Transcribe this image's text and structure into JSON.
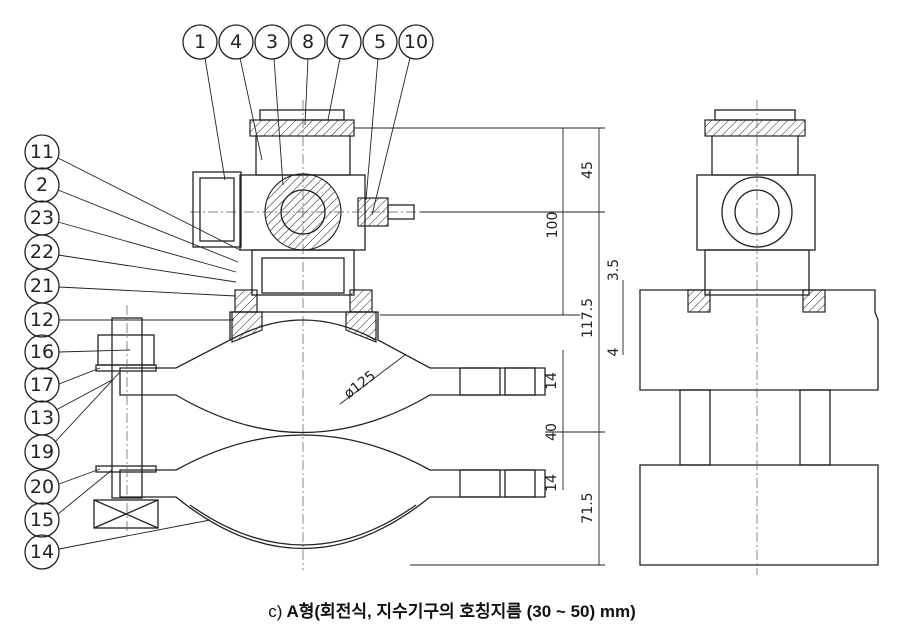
{
  "top_callouts": [
    "1",
    "4",
    "3",
    "8",
    "7",
    "5",
    "10"
  ],
  "left_callouts": [
    "11",
    "2",
    "23",
    "22",
    "21",
    "12",
    "16",
    "17",
    "13",
    "19",
    "20",
    "15",
    "14"
  ],
  "dimensions": {
    "d45": "45",
    "d100": "100",
    "d117_5": "117.5",
    "d3_5": "3.5",
    "d4": "4",
    "d14_top": "14",
    "d40": "40",
    "d14_bottom": "14",
    "d71_5": "71.5",
    "diameter": "ø125"
  },
  "caption": {
    "prefix": "c)",
    "text": "A형(회전식,  지수기구의  호칭지름  (30 ~ 50) mm)"
  }
}
